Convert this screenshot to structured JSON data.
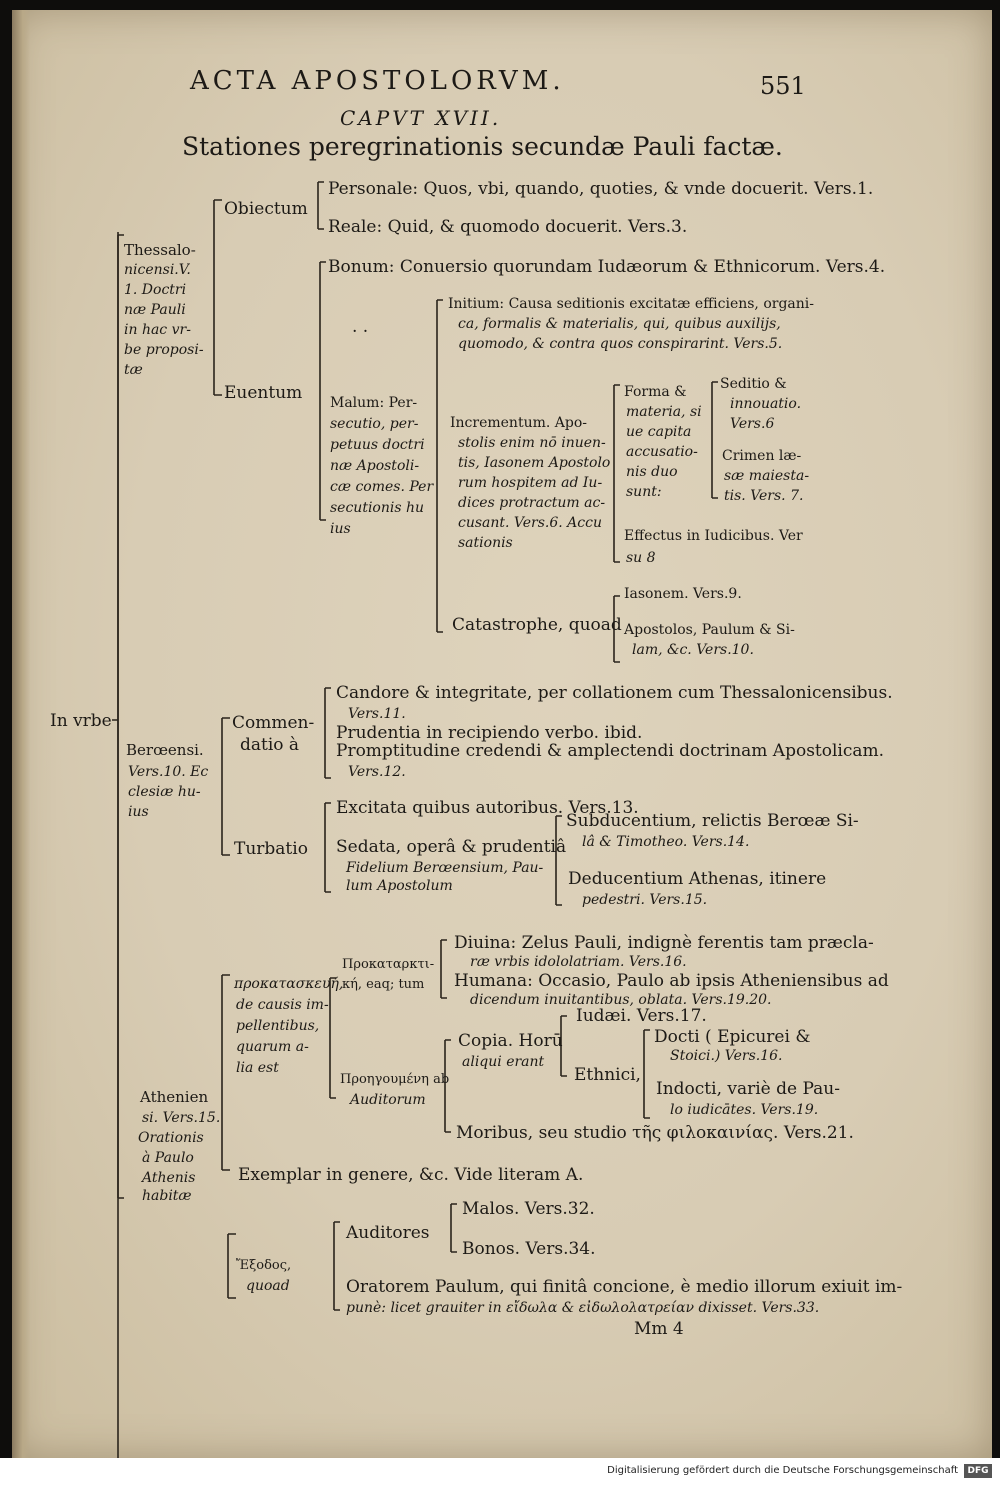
{
  "header": {
    "running_title": "ACTA APOSTOLORVM.",
    "page_number": "551",
    "chapter": "CAPVT XVII.",
    "title": "Stationes peregrinationis secundæ Pauli factæ."
  },
  "tree": {
    "root": "In vrbe",
    "thess": {
      "label": [
        "Thessalo-",
        "nicensi.V.",
        "1. Doctri",
        "næ Pauli",
        "in hac vr-",
        "be proposi-",
        "tæ"
      ],
      "obiectum": "Obiectum",
      "personale": "Personale: Quos, vbi, quando, quoties, & vnde docuerit. Vers.1.",
      "reale": "Reale: Quid, & quomodo docuerit. Vers.3.",
      "euentum": "Euentum",
      "bonum": "Bonum: Conuersio quorundam Iudæorum & Ethnicorum. Vers.4.",
      "dots": ". .",
      "malum": [
        "Malum: Per-",
        "secutio, per-",
        "petuus doctri",
        "næ Apostoli-",
        "cæ comes. Per",
        "secutionis hu",
        "ius"
      ],
      "initium": [
        "Initium: Causa seditionis excitatæ efficiens, organi-",
        "ca, formalis & materialis, qui, quibus auxilijs,",
        "quomodo, & contra quos conspirarint. Vers.5."
      ],
      "incrementum": [
        "Incrementum. Apo-",
        "stolis enim nō inuen-",
        "tis, Iasonem Apostolo",
        "rum hospitem ad Iu-",
        "dices protractum ac-",
        "cusant. Vers.6. Accu",
        "sationis"
      ],
      "forma": [
        "Forma &",
        "materia, si",
        "ue capita",
        "accusatio-",
        "nis duo",
        "sunt:"
      ],
      "seditio": [
        "Seditio &",
        "innouatio.",
        "Vers.6"
      ],
      "crimen": [
        "Crimen læ-",
        "sæ maiesta-",
        "tis. Vers. 7."
      ],
      "effectus": [
        "Effectus in Iudicibus. Ver",
        "su 8"
      ],
      "catastrophe": "Catastrophe, quoad",
      "iasonem": "Iasonem. Vers.9.",
      "apostolos": [
        "Apostolos, Paulum & Si-",
        "lam, &c. Vers.10."
      ]
    },
    "beroea": {
      "label": [
        "Berœensi.",
        "Vers.10. Ec",
        "clesiæ hu-",
        "ius"
      ],
      "commendatio": [
        "Commen-",
        "datio à"
      ],
      "candore": [
        "Candore & integritate, per collationem cum Thessalonicensibus.",
        "Vers.11."
      ],
      "prudentia": "Prudentia in recipiendo verbo. ibid.",
      "promptitudine": [
        "Promptitudine credendi & amplectendi doctrinam Apostolicam.",
        "Vers.12."
      ],
      "turbatio": "Turbatio",
      "excitata": "Excitata quibus autoribus. Vers.13.",
      "sedata": [
        "Sedata, operâ & prudentiâ",
        "Fidelium Berœensium, Pau-",
        "lum Apostolum"
      ],
      "subducentium": [
        "Subducentium, relictis Berœæ Si-",
        "lâ & Timotheo. Vers.14."
      ],
      "deducentium": [
        "Deducentium Athenas, itinere",
        "pedestri. Vers.15."
      ]
    },
    "athens": {
      "label": [
        "Athenien",
        "si. Vers.15.",
        "Orationis",
        "à Paulo",
        "Athenis",
        "habitæ"
      ],
      "prooem": [
        "προκατασκευή,",
        "de causis im-",
        "pellentibus,",
        "quarum a-",
        "lia est"
      ],
      "prot": [
        "Προκαταρκτι-",
        "κή, eaq; tum"
      ],
      "diuina": [
        "Diuina: Zelus Pauli, indignè ferentis tam præcla-",
        "ræ vrbis idololatriam. Vers.16."
      ],
      "humana": [
        "Humana: Occasio, Paulo ab ipsis Atheniensibus ad",
        "dicendum inuitantibus, oblata. Vers.19.20."
      ],
      "proeg": [
        "Προηγουμένη ab",
        "Auditorum"
      ],
      "copia": [
        "Copia. Horū",
        "aliqui erant"
      ],
      "iudaei": "Iudæi. Vers.17.",
      "ethnici": "Ethnici,",
      "docti": [
        "Docti ( Epicurei &",
        "Stoici.) Vers.16."
      ],
      "indocti": [
        "Indocti, variè de Pau-",
        "lo iudicātes. Vers.19."
      ],
      "moribus": "Moribus, seu studio τῆς φιλοκαινίας. Vers.21.",
      "exemplar": "Exemplar in genere, &c. Vide literam A.",
      "exodos": [
        "Ἔξοδος,",
        "quoad"
      ],
      "auditores": "Auditores",
      "malos": "Malos. Vers.32.",
      "bonos": "Bonos. Vers.34.",
      "oratorem": [
        "Oratorem Paulum, qui finitâ concione, è medio illorum exiuit im-",
        "punè: licet grauiter in εἴδωλα & εἰδωλολατρείαν dixisset. Vers.33."
      ]
    }
  },
  "signature": "Mm 4",
  "footer": {
    "credit": "Digitalisierung gefördert durch die Deutsche Forschungsgemeinschaft",
    "logo": "DFG"
  }
}
